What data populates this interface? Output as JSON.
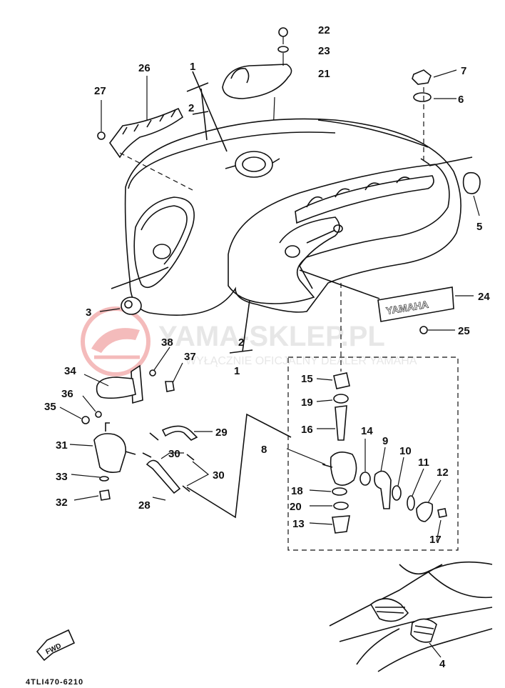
{
  "watermark": {
    "title": "YAMA-SKLEP.PL",
    "subtitle": "WYŁĄCZNIE OFICJALNY DEALER YAMAHA",
    "color": "#e04040"
  },
  "drawing_code": "4TLI470-6210",
  "direction_marker": "FWD",
  "emblem_text": "YAMAHA",
  "break_marks": [
    "1",
    "2",
    "2",
    "1"
  ],
  "callouts": {
    "c22": "22",
    "c23": "23",
    "c21": "21",
    "c26": "26",
    "c27": "27",
    "c7": "7",
    "c6": "6",
    "c5": "5",
    "c24": "24",
    "c25": "25",
    "c3": "3",
    "c38": "38",
    "c37": "37",
    "c34": "34",
    "c36": "36",
    "c35": "35",
    "c31": "31",
    "c33": "33",
    "c32": "32",
    "c29": "29",
    "c30a": "30",
    "c30b": "30",
    "c28": "28",
    "c8": "8",
    "c15": "15",
    "c19": "19",
    "c16": "16",
    "c14": "14",
    "c9": "9",
    "c10": "10",
    "c11": "11",
    "c12": "12",
    "c18": "18",
    "c20": "20",
    "c13": "13",
    "c17": "17",
    "c4": "4"
  }
}
